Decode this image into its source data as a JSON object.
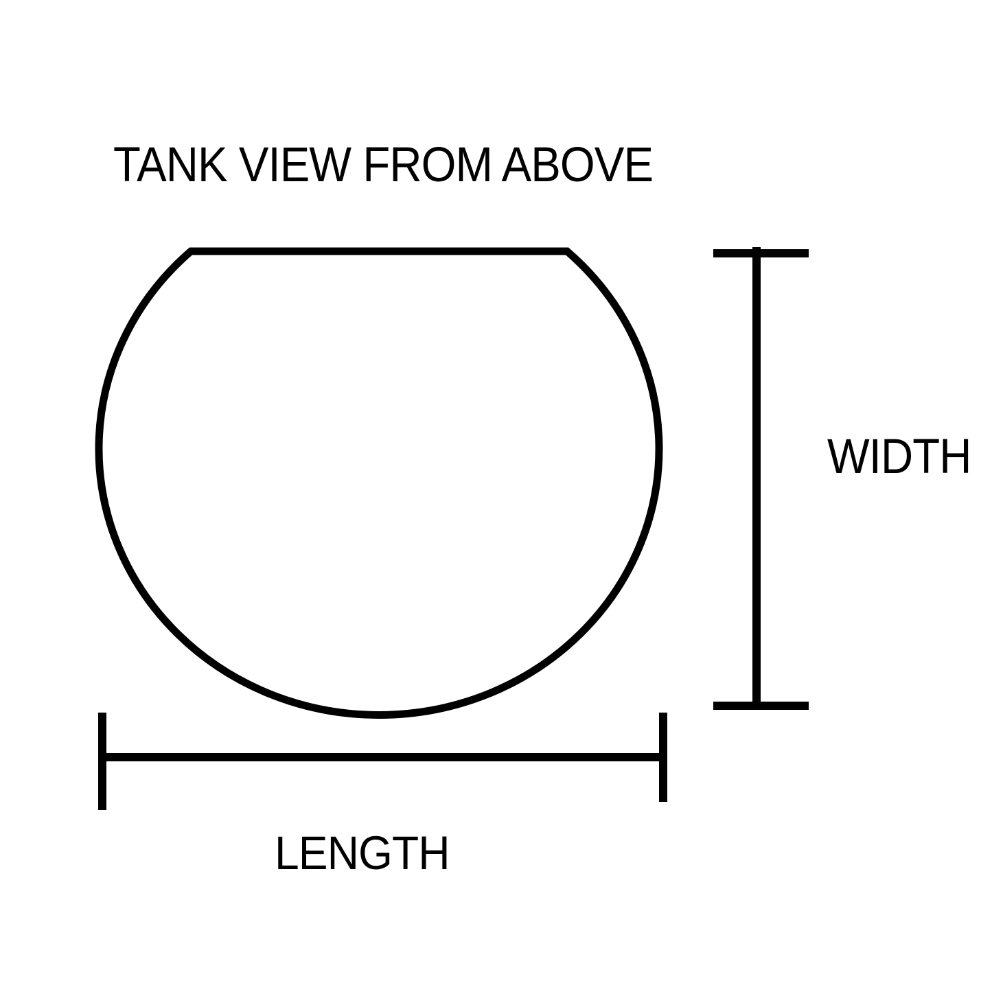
{
  "title": "TANK VIEW FROM ABOVE",
  "dimensions": {
    "width_label": "WIDTH",
    "length_label": "LENGTH"
  },
  "colors": {
    "stroke": "#000000",
    "background": "#ffffff"
  },
  "shape": {
    "type": "truncated-circle",
    "description": "circle with flat top edge (bowl tank outline)"
  }
}
